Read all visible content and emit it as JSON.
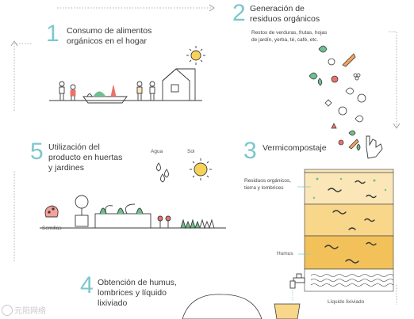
{
  "steps": [
    {
      "number": "1",
      "title": "Consumo de alimentos orgánicos en el hogar"
    },
    {
      "number": "2",
      "title": "Generación de residuos orgánicos"
    },
    {
      "number": "3",
      "title": "Vermicompostaje"
    },
    {
      "number": "4",
      "title": "Obtención de humus, lombrices y líquido lixiviado"
    },
    {
      "number": "5",
      "title": "Utilización del producto en huertas y jardines"
    }
  ],
  "labels": {
    "residuos_examples": "Restos de verduras, frutas, hojas de jardín, yerba, té, café, etc.",
    "residuos_tierra": "Residuos orgánicos, tierra y lombrices",
    "humus": "Humus",
    "liquido": "Líquido lixiviado",
    "agua": "Agua",
    "sol": "Sol",
    "semillas": "Semillas",
    "watermark": "元阳网络"
  },
  "colors": {
    "accent_teal": "#7cc7cc",
    "bin_light": "#fbe6b8",
    "bin_mid": "#f8d68a",
    "bin_dark": "#f3c15a",
    "leaf_green": "#6fbf8f",
    "red_accent": "#e9736b",
    "line_dark": "#3a3a3a"
  }
}
